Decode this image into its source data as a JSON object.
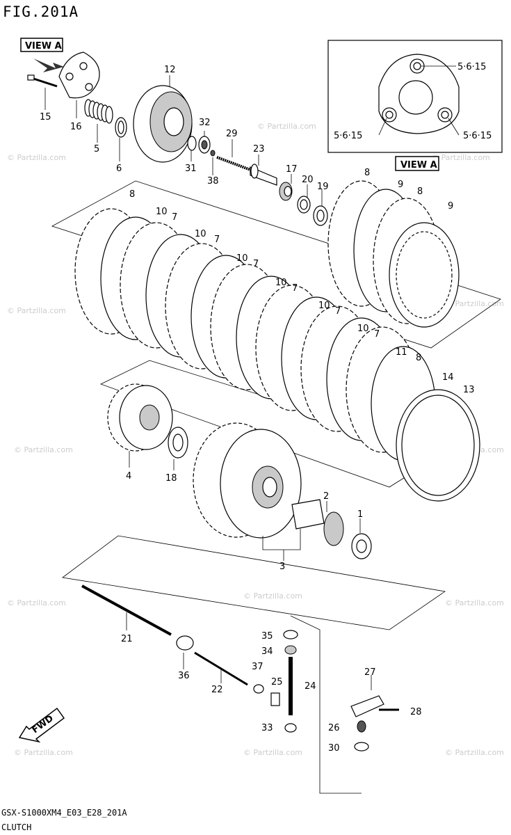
{
  "header": {
    "fig_title": "FIG.201A"
  },
  "view_a": {
    "arrow_label": "VIEW A",
    "inset_label": "VIEW A",
    "torque_specs": [
      "5·6·15",
      "5·6·15",
      "5·6·15"
    ]
  },
  "fwd_label": "FWD",
  "callouts": [
    "12",
    "32",
    "29",
    "23",
    "17",
    "20",
    "19",
    "8",
    "9",
    "8",
    "9",
    "15",
    "16",
    "5",
    "6",
    "31",
    "38",
    "8",
    "10",
    "7",
    "10",
    "7",
    "10",
    "7",
    "10",
    "7",
    "10",
    "7",
    "10",
    "7",
    "11",
    "8",
    "14",
    "13",
    "4",
    "18",
    "2",
    "1",
    "3",
    "21",
    "35",
    "34",
    "37",
    "25",
    "24",
    "36",
    "22",
    "27",
    "28",
    "26",
    "30",
    "33"
  ],
  "watermark": "© Partzilla.com",
  "footer": {
    "model_code": "GSX-S1000XM4_E03_E28_201A",
    "caption": "CLUTCH"
  }
}
